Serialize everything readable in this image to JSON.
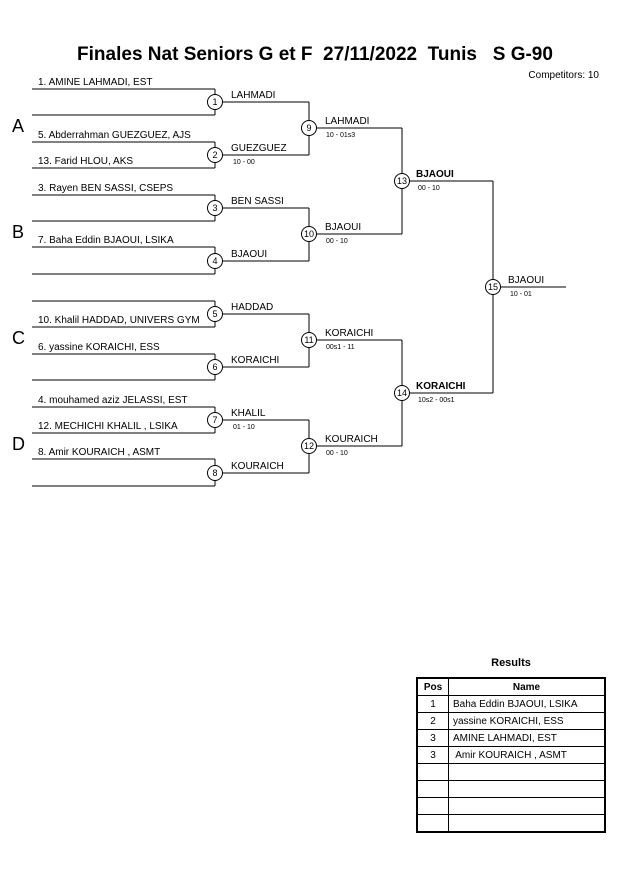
{
  "header": {
    "title": "Finales Nat Seniors G et F  27/11/2022  Tunis   S G-90",
    "competitors": "Competitors: 10"
  },
  "pools": [
    "A",
    "B",
    "C",
    "D"
  ],
  "entries": [
    "1. AMINE LAHMADI, EST",
    "5. Abderrahman GUEZGUEZ, AJS",
    "13. Farid HLOU, AKS",
    "3. Rayen BEN SASSI, CSEPS",
    "7. Baha Eddin BJAOUI, LSIKA",
    "10. Khalil HADDAD, UNIVERS GYM",
    "6. yassine KORAICHI, ESS",
    "4. mouhamed aziz JELASSI, EST",
    "12.  MECHICHI KHALIL , LSIKA",
    "8.  Amir KOURAICH , ASMT"
  ],
  "matches": [
    {
      "num": "1",
      "winner": "LAHMADI",
      "score": ""
    },
    {
      "num": "2",
      "winner": "GUEZGUEZ",
      "score": "10 - 00"
    },
    {
      "num": "3",
      "winner": "BEN SASSI",
      "score": ""
    },
    {
      "num": "4",
      "winner": "BJAOUI",
      "score": ""
    },
    {
      "num": "5",
      "winner": "HADDAD",
      "score": ""
    },
    {
      "num": "6",
      "winner": "KORAICHI",
      "score": ""
    },
    {
      "num": "7",
      "winner": "KHALIL",
      "score": "01 - 10"
    },
    {
      "num": "8",
      "winner": "KOURAICH",
      "score": ""
    },
    {
      "num": "9",
      "winner": "LAHMADI",
      "score": "10 - 01s3"
    },
    {
      "num": "10",
      "winner": "BJAOUI",
      "score": "00 - 10"
    },
    {
      "num": "11",
      "winner": "KORAICHI",
      "score": "00s1 - 11"
    },
    {
      "num": "12",
      "winner": "KOURAICH",
      "score": "00 - 10"
    },
    {
      "num": "13",
      "winner": "BJAOUI",
      "score": "00 - 10"
    },
    {
      "num": "14",
      "winner": "KORAICHI",
      "score": "10s2 - 00s1"
    },
    {
      "num": "15",
      "winner": "BJAOUI",
      "score": "10 - 01"
    }
  ],
  "results": {
    "title": "Results",
    "col_pos": "Pos",
    "col_name": "Name",
    "rows": [
      {
        "pos": "1",
        "name": "Baha Eddin BJAOUI, LSIKA"
      },
      {
        "pos": "2",
        "name": "yassine KORAICHI, ESS"
      },
      {
        "pos": "3",
        "name": "AMINE LAHMADI, EST"
      },
      {
        "pos": "3",
        "name": " Amir KOURAICH , ASMT"
      },
      {
        "pos": "",
        "name": ""
      },
      {
        "pos": "",
        "name": ""
      },
      {
        "pos": "",
        "name": ""
      },
      {
        "pos": "",
        "name": ""
      }
    ]
  }
}
